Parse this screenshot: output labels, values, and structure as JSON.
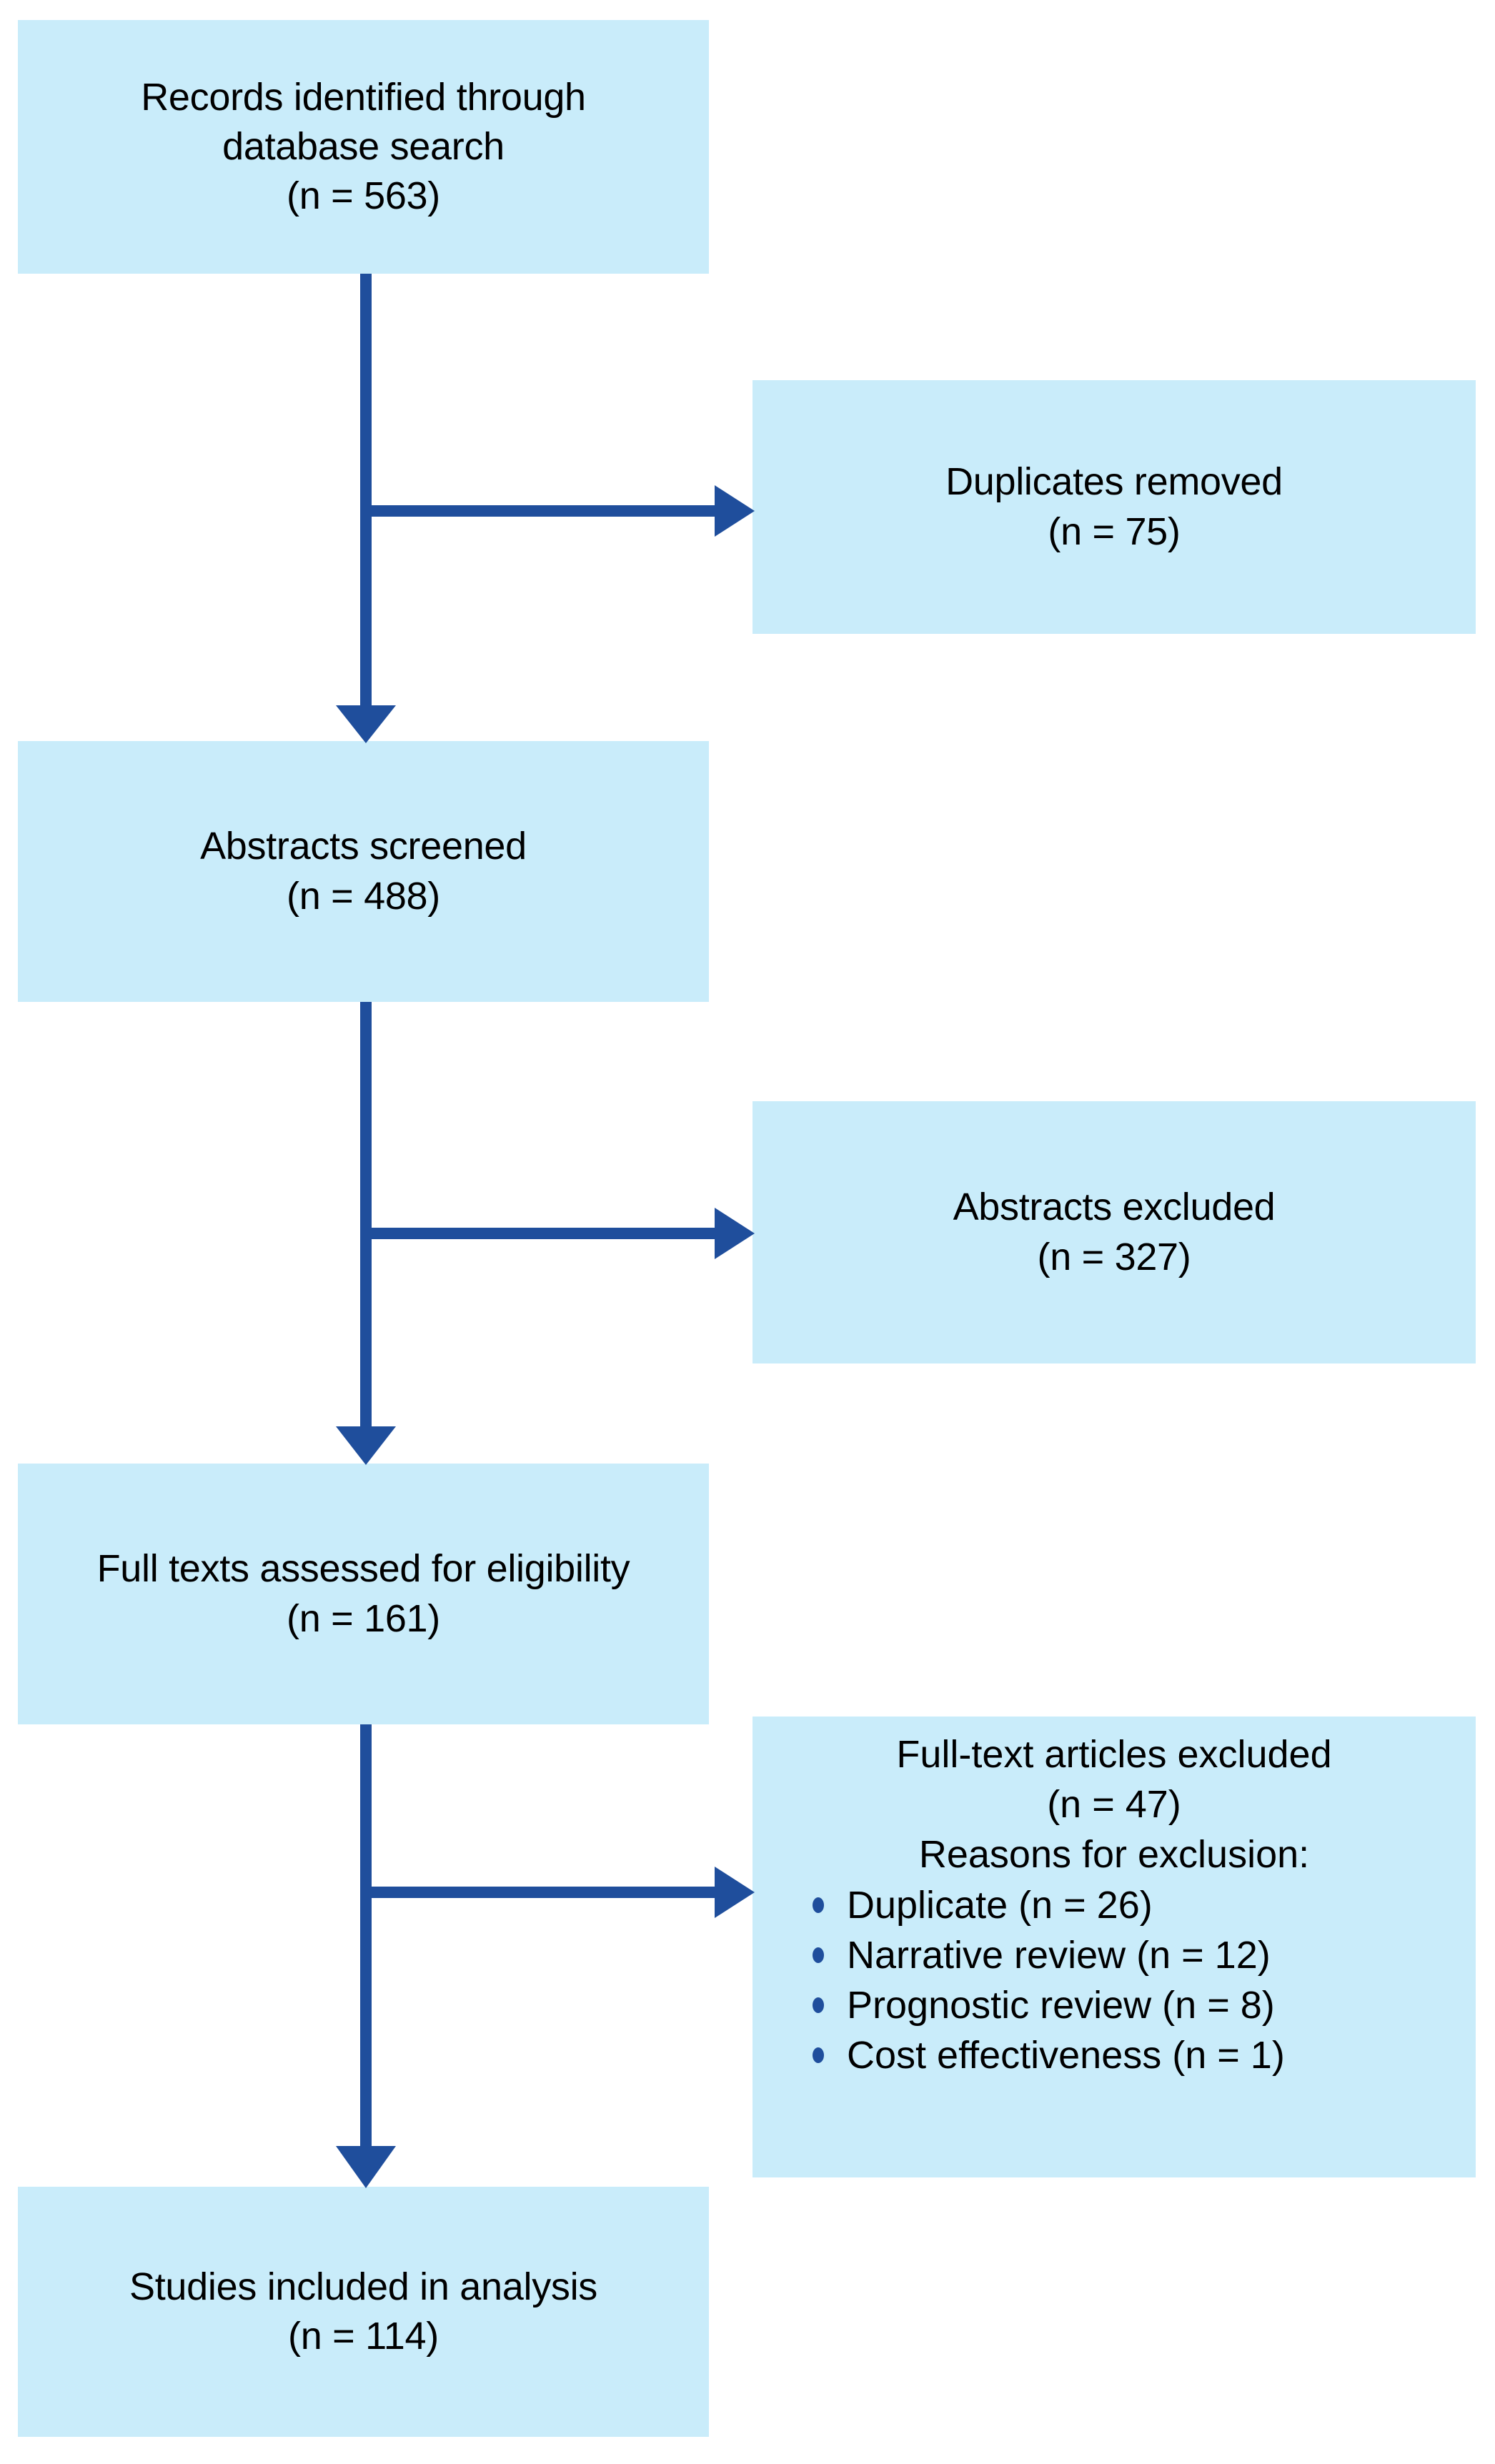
{
  "diagram": {
    "title": "PRISMA study selection flow diagram",
    "colors": {
      "box_fill": "#c9ecfa",
      "connector": "#1f4e9c",
      "text": "#000000",
      "background": "#ffffff"
    },
    "nodes": [
      {
        "id": "records-identified",
        "lines": [
          "Records identified through",
          "database search",
          "(n = 563)"
        ],
        "count_label": "(n = 563)",
        "count": 563
      },
      {
        "id": "duplicates-removed",
        "lines": [
          "Duplicates removed",
          "(n = 75)"
        ],
        "count_label": "(n = 75)",
        "count": 75
      },
      {
        "id": "abstracts-screened",
        "lines": [
          "Abstracts screened",
          "(n = 488)"
        ],
        "count_label": "(n = 488)",
        "count": 488
      },
      {
        "id": "abstracts-excluded",
        "lines": [
          "Abstracts excluded",
          "(n = 327)"
        ],
        "count_label": "(n = 327)",
        "count": 327
      },
      {
        "id": "full-texts-assessed",
        "lines": [
          "Full texts assessed for eligibility",
          "(n = 161)"
        ],
        "count_label": "(n = 161)",
        "count": 161
      },
      {
        "id": "full-text-excluded",
        "heading_lines": [
          "Full-text articles excluded",
          "(n = 47)",
          "Reasons for exclusion:"
        ],
        "count_label": "(n = 47)",
        "count": 47,
        "reasons": [
          {
            "label": "Duplicate (n = 26)",
            "reason": "Duplicate",
            "count": 26
          },
          {
            "label": "Narrative review (n = 12)",
            "reason": "Narrative review",
            "count": 12
          },
          {
            "label": "Prognostic review (n = 8)",
            "reason": "Prognostic review",
            "count": 8
          },
          {
            "label": "Cost effectiveness (n = 1)",
            "reason": "Cost effectiveness",
            "count": 1
          }
        ]
      },
      {
        "id": "studies-included",
        "lines": [
          "Studies included in analysis",
          "(n = 114)"
        ],
        "count_label": "(n = 114)",
        "count": 114
      }
    ]
  },
  "chart_data": {
    "type": "diagram",
    "title": "PRISMA flow diagram",
    "stages": [
      {
        "stage": "Records identified through database search",
        "n": 563
      },
      {
        "stage": "Duplicates removed",
        "n": 75
      },
      {
        "stage": "Abstracts screened",
        "n": 488
      },
      {
        "stage": "Abstracts excluded",
        "n": 327
      },
      {
        "stage": "Full texts assessed for eligibility",
        "n": 161
      },
      {
        "stage": "Full-text articles excluded",
        "n": 47
      },
      {
        "stage": "Studies included in analysis",
        "n": 114
      }
    ],
    "exclusion_reasons": [
      {
        "reason": "Duplicate",
        "n": 26
      },
      {
        "reason": "Narrative review",
        "n": 12
      },
      {
        "reason": "Prognostic review",
        "n": 8
      },
      {
        "reason": "Cost effectiveness",
        "n": 1
      }
    ]
  }
}
